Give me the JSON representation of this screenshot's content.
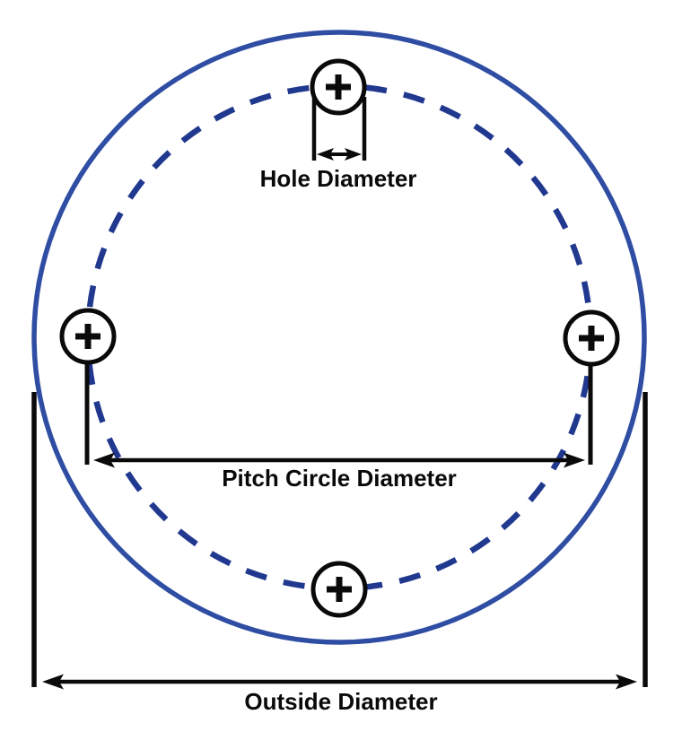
{
  "figure": {
    "kind": "bolt-circle-dimension-diagram",
    "hole_count": 4
  },
  "labels": {
    "hole_diameter": "Hole Diameter",
    "pitch_circle_diameter": "Pitch Circle Diameter",
    "outside_diameter": "Outside Diameter"
  },
  "colors": {
    "outer_circle_blue": "#2e4da3",
    "pitch_circle_blue": "#21388f",
    "dimension_black": "#0a0a0a",
    "background": "#ffffff"
  }
}
